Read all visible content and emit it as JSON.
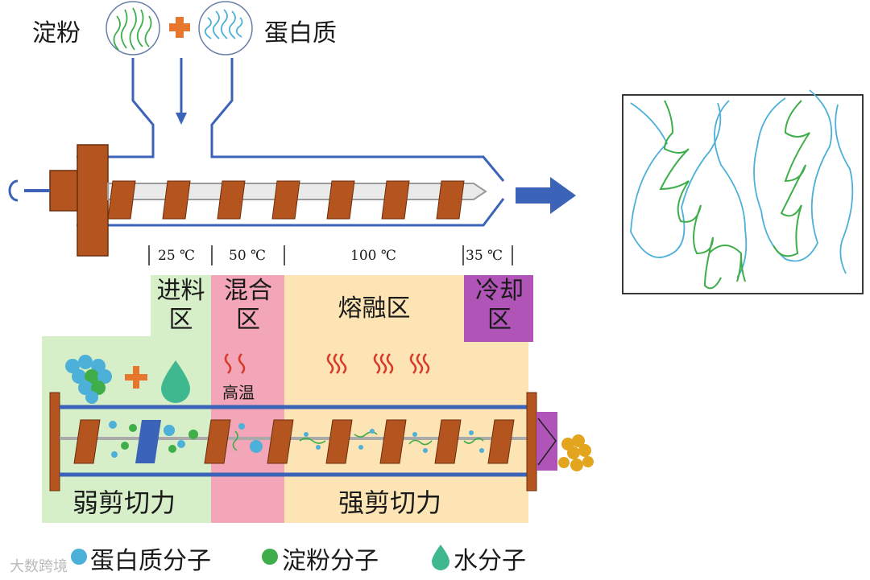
{
  "inputs": {
    "starch_label": "淀粉",
    "protein_label": "蛋白质"
  },
  "temperatures": [
    "25 ℃",
    "50 ℃",
    "100 ℃",
    "35 ℃"
  ],
  "zones": [
    {
      "title": "进料区",
      "color": "#d6efc8"
    },
    {
      "title": "混合区",
      "color": "#f3a6b7"
    },
    {
      "title": "熔融区",
      "color": "#fde4b4"
    },
    {
      "title": "冷却区",
      "color": "#b154b8"
    }
  ],
  "high_temp_label": "高温",
  "shear": {
    "weak": "弱剪切力",
    "strong": "强剪切力"
  },
  "legend": {
    "protein": "蛋白质分子",
    "starch": "淀粉分子",
    "water": "水分子"
  },
  "colors": {
    "barrel": "#3b63b8",
    "flight": "#b4551f",
    "plus": "#e8772e",
    "starch": "#3fae4a",
    "protein": "#4cb0d8",
    "water": "#3fb88f",
    "product": "#e3a51e"
  },
  "watermark": "大数跨境"
}
